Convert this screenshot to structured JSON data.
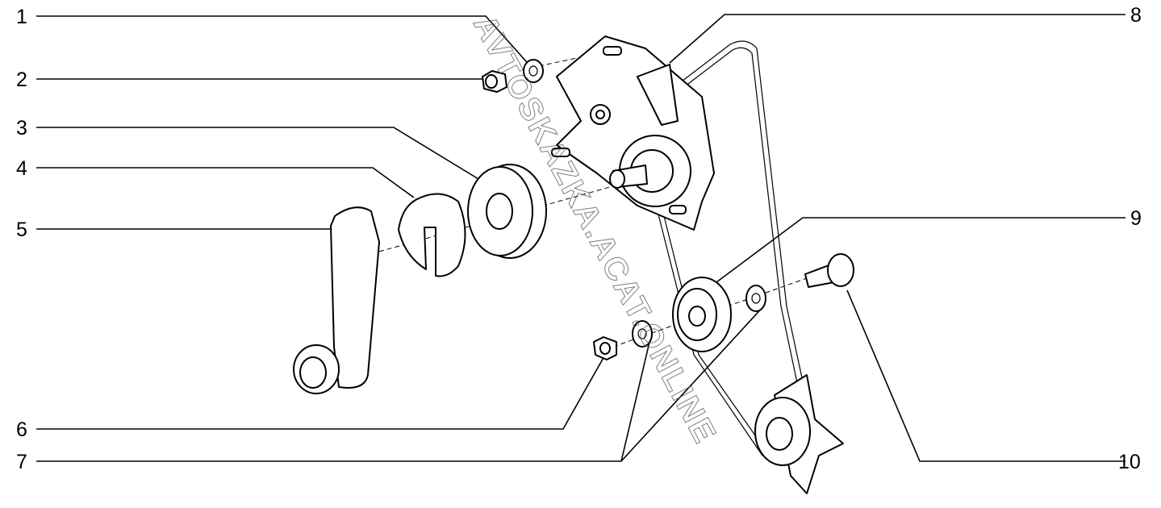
{
  "diagram": {
    "callouts": [
      {
        "id": "c1",
        "label": "1",
        "part": "washer"
      },
      {
        "id": "c2",
        "label": "2",
        "part": "nut"
      },
      {
        "id": "c3",
        "label": "3",
        "part": "ring"
      },
      {
        "id": "c4",
        "label": "4",
        "part": "lock plate"
      },
      {
        "id": "c5",
        "label": "5",
        "part": "handle"
      },
      {
        "id": "c6",
        "label": "6",
        "part": "nut"
      },
      {
        "id": "c7",
        "label": "7",
        "part": "washers"
      },
      {
        "id": "c8",
        "label": "8",
        "part": "regulator mechanism"
      },
      {
        "id": "c9",
        "label": "9",
        "part": "roller"
      },
      {
        "id": "c10",
        "label": "10",
        "part": "bolt"
      }
    ],
    "watermark": "AVTOSKAZKA.ACAT.ONLINE"
  }
}
